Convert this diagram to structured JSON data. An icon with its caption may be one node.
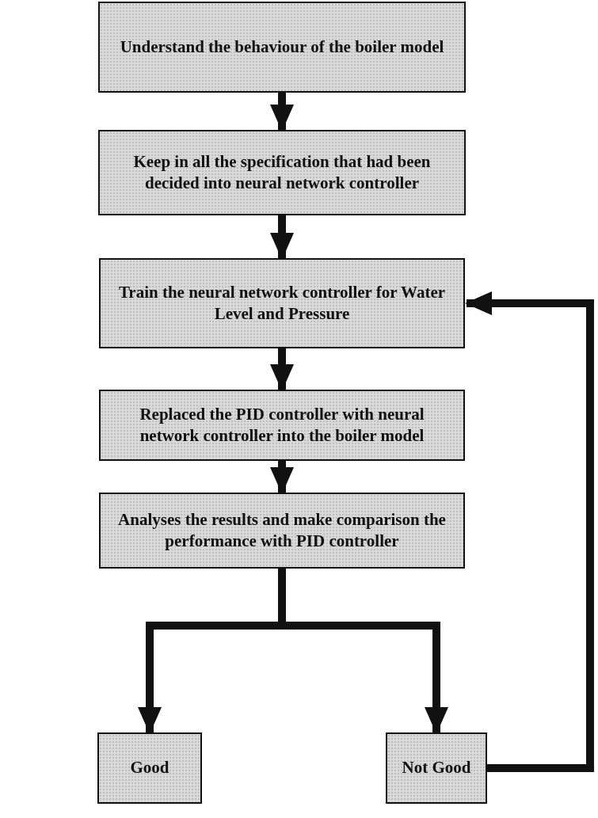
{
  "diagram": {
    "nodes": [
      {
        "text": [
          "Understand the behaviour of the boiler model"
        ]
      },
      {
        "text": [
          "Keep in all the specification that had been decided into neural network controller"
        ]
      },
      {
        "text": [
          "Train the neural network controller for Water Level and Pressure"
        ]
      },
      {
        "text": [
          "Replaced the PID controller with neural network controller into the boiler model"
        ]
      },
      {
        "text": [
          "Analyses the results and make comparison the performance with PID controller"
        ]
      },
      {
        "text": [
          "Good"
        ]
      },
      {
        "text": [
          "Not Good"
        ]
      }
    ],
    "edges": [
      {
        "from": 0,
        "to": 1,
        "arrow": "to"
      },
      {
        "from": 1,
        "to": 2,
        "arrow": "to"
      },
      {
        "from": 2,
        "to": 3,
        "arrow": "to"
      },
      {
        "from": 3,
        "to": 4,
        "arrow": "to"
      },
      {
        "from": 4,
        "to": 5,
        "arrow": "to"
      },
      {
        "from": 4,
        "to": 6,
        "arrow": "to"
      },
      {
        "from": 6,
        "to": 2,
        "arrow": "to"
      }
    ]
  }
}
